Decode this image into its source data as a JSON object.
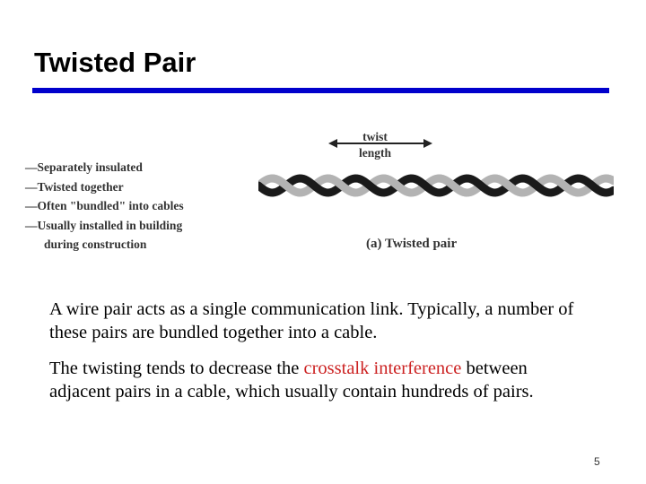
{
  "slide": {
    "title": "Twisted Pair",
    "page_number": "5"
  },
  "figure": {
    "bullets": [
      "—Separately insulated",
      "—Twisted together",
      "—Often \"bundled\" into cables",
      "—Usually installed in building"
    ],
    "bullet_continuation": "during construction",
    "twist_label_line1": "twist",
    "twist_label_line2": "length",
    "caption": "(a) Twisted pair"
  },
  "body": {
    "paragraph1": "A wire pair acts as a single communication link. Typically, a number of these pairs are bundled together into a cable.",
    "paragraph2_before": "The twisting tends to decrease the ",
    "paragraph2_highlight": "crosstalk interference",
    "paragraph2_after": " between adjacent pairs in a cable, which usually contain hundreds of pairs."
  },
  "colors": {
    "title_rule": "#0000cc",
    "highlight": "#cc2222"
  }
}
